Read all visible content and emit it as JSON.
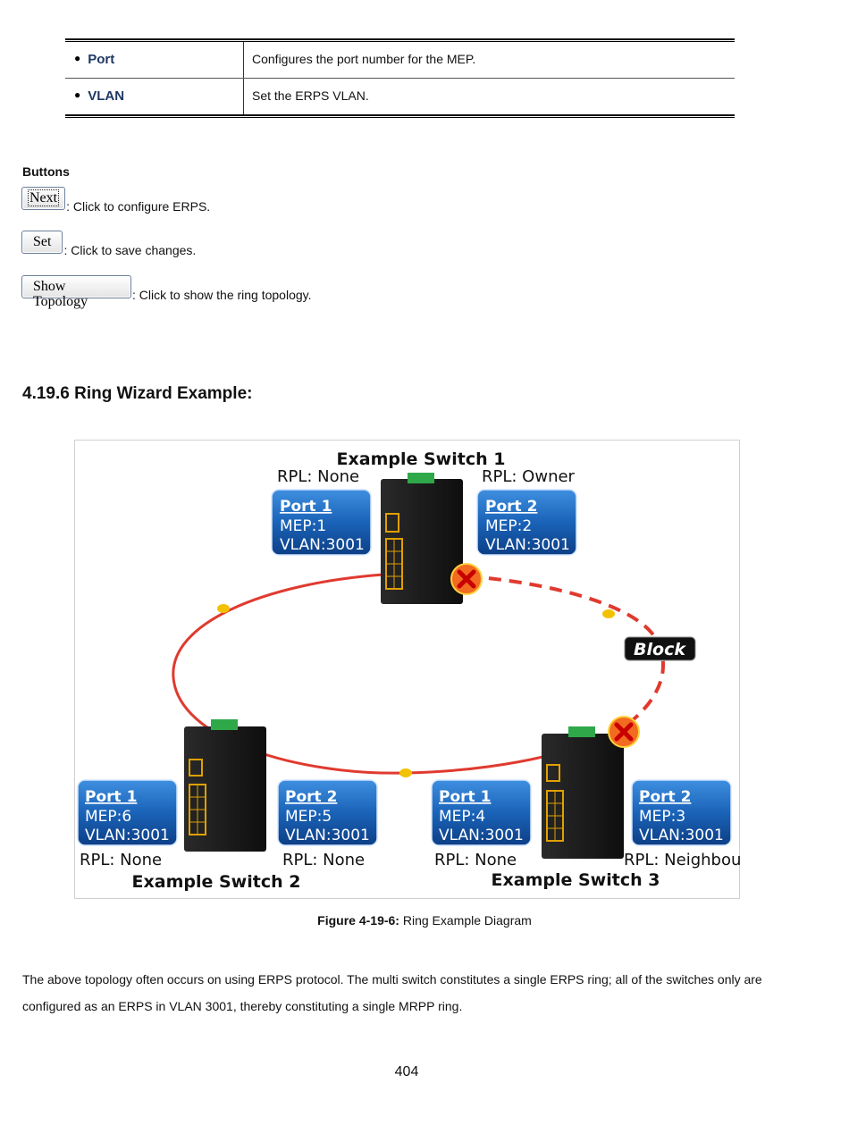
{
  "table": {
    "rows": [
      {
        "param": "Port",
        "desc": "Configures the port number for the MEP."
      },
      {
        "param": "VLAN",
        "desc": "Set the ERPS VLAN."
      }
    ]
  },
  "buttons": {
    "heading": "Buttons",
    "items": [
      {
        "label": "Next",
        "desc": ": Click to configure ERPS."
      },
      {
        "label": "Set",
        "desc": ": Click to save changes."
      },
      {
        "label": "Show Topology",
        "desc": ": Click to show the ring topology."
      }
    ]
  },
  "section_title": "4.19.6 Ring Wizard Example:",
  "figure": {
    "switch1": {
      "name": "Example Switch 1",
      "rpl_left": "RPL: None",
      "rpl_right": "RPL: Owner",
      "port_left": {
        "port": "Port 1",
        "mep": "MEP:1",
        "vlan": "VLAN:3001"
      },
      "port_right": {
        "port": "Port 2",
        "mep": "MEP:2",
        "vlan": "VLAN:3001"
      }
    },
    "switch2": {
      "name": "Example Switch 2",
      "rpl_left": "RPL: None",
      "rpl_right": "RPL: None",
      "port_left": {
        "port": "Port 1",
        "mep": "MEP:6",
        "vlan": "VLAN:3001"
      },
      "port_right": {
        "port": "Port 2",
        "mep": "MEP:5",
        "vlan": "VLAN:3001"
      }
    },
    "switch3": {
      "name": "Example Switch 3",
      "rpl_left": "RPL: None",
      "rpl_right": "RPL: Neighbour",
      "port_left": {
        "port": "Port 1",
        "mep": "MEP:4",
        "vlan": "VLAN:3001"
      },
      "port_right": {
        "port": "Port 2",
        "mep": "MEP:3",
        "vlan": "VLAN:3001"
      }
    },
    "block_label": "Block",
    "ring_color": "#e03a2f",
    "port_box_color": "#1a5fb4"
  },
  "caption": {
    "label": "Figure 4-19-6:",
    "text": " Ring Example Diagram"
  },
  "paragraph": "The above topology often occurs on using ERPS protocol. The multi switch constitutes a single ERPS ring; all of the switches only are configured as an ERPS in VLAN 3001, thereby constituting a single MRPP ring.",
  "page_number": "404"
}
